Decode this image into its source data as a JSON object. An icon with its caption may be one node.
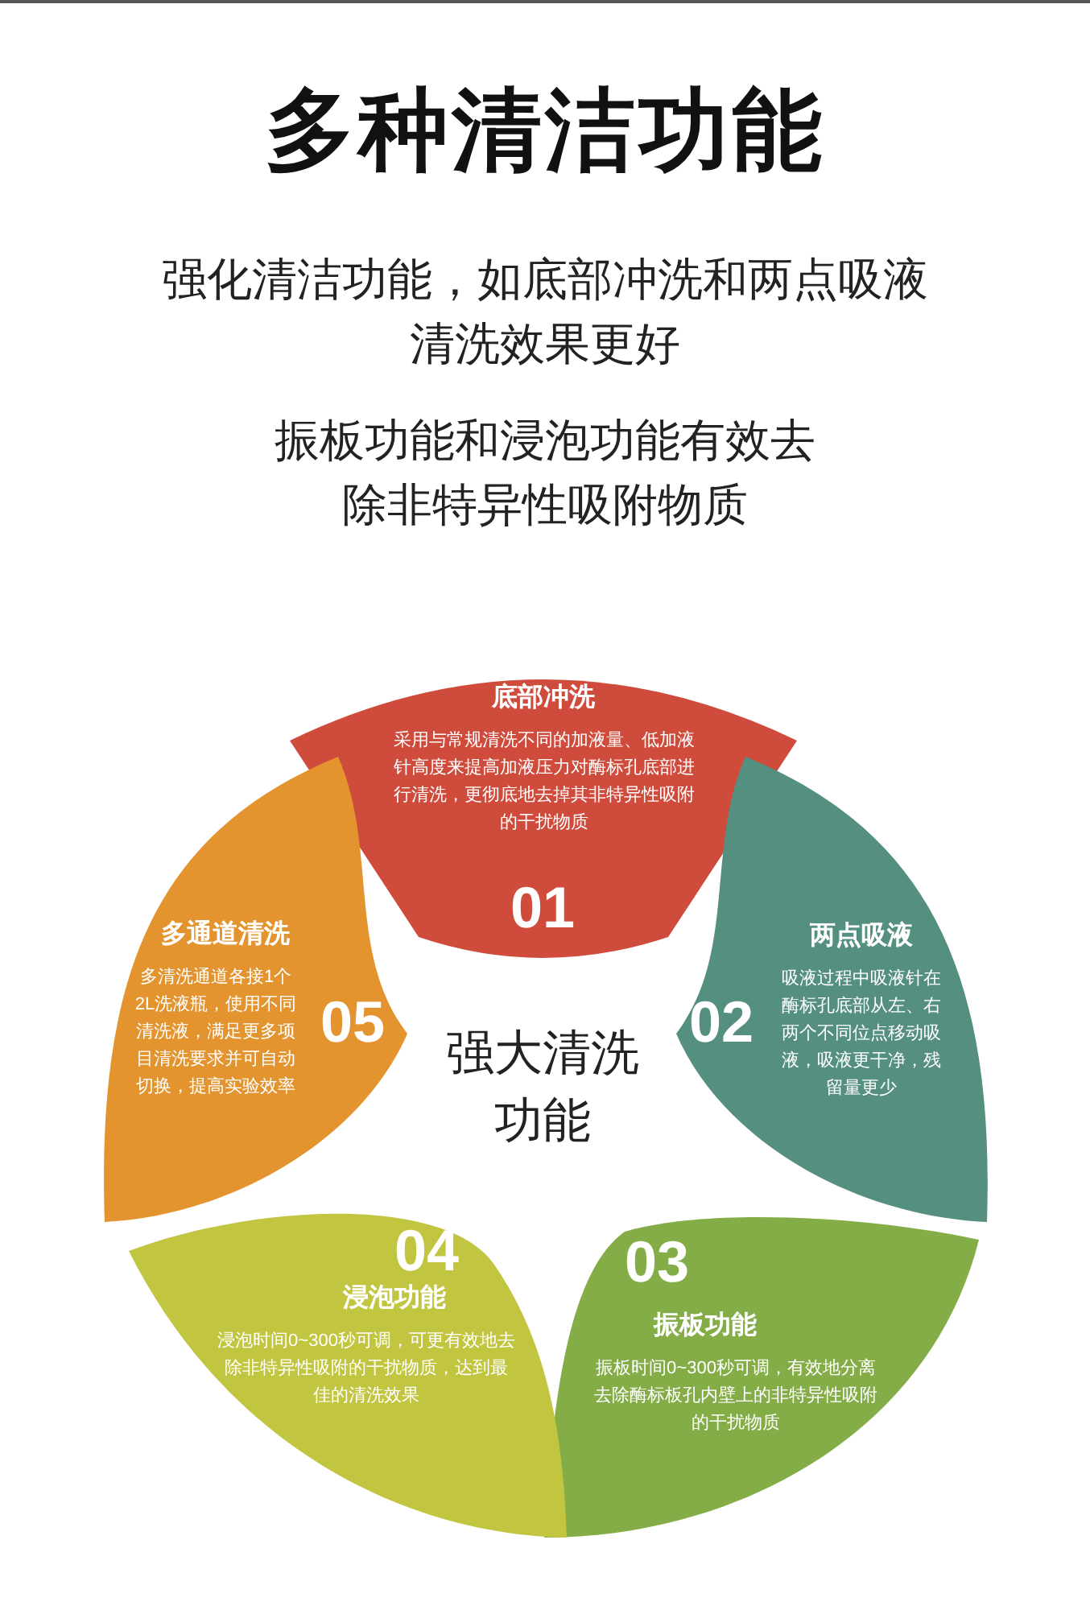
{
  "diagram": {
    "title": "多种清洁功能",
    "nodes": [
      {
        "text": [
          "底部冲洗",
          "采用与常规清洗不同的加液量、低加液针高度来提高加液压力对酶标孔底部进行清洗，更彻底地去掉其非特异性吸附的干扰物质",
          "01"
        ]
      },
      {
        "text": [
          "两点吸液",
          "02",
          "吸液过程中吸液针在酶标孔底部从左、右两个不同位点移动吸液，吸液更干净，残留量更少"
        ]
      },
      {
        "text": [
          "03",
          "振板功能",
          "振板时间0~300秒可调，有效地分离去除酶标板孔内壁上的非特异性吸附的干扰物质"
        ]
      },
      {
        "text": [
          "04",
          "浸泡功能",
          "浸泡时间0~300秒可调，可更有效地去除非特异性吸附的干扰物质，达到最佳的清洗效果"
        ]
      },
      {
        "text": [
          "多通道清洗",
          "多清洗通道各接1个2L洗液瓶，使用不同清洗液，满足更多项目清洗要求并可自动切换，提高实验效率",
          "05"
        ]
      },
      {
        "text": [
          "强大清洗功能"
        ]
      }
    ],
    "labels": [
      "强化清洁功能，如底部冲洗和两点吸液清洗效果更好",
      "振板功能和浸泡功能有效去除非特异性吸附物质"
    ]
  }
}
